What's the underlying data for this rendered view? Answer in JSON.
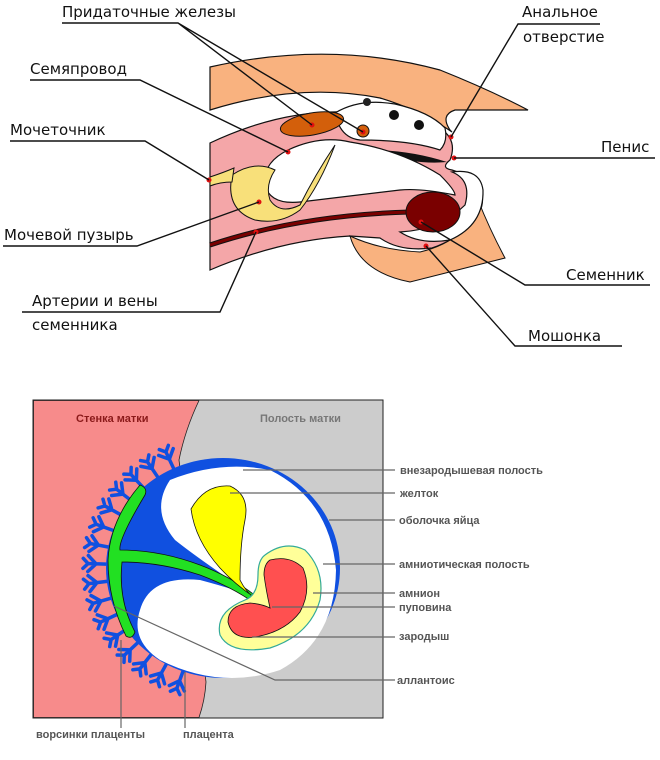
{
  "top_diagram": {
    "labels": {
      "accessory_glands": "Придаточные железы",
      "anus_line1": "Анальное",
      "anus_line2": "отверстие",
      "vas_deferens": "Семяпровод",
      "ureter": "Мочеточник",
      "penis": "Пенис",
      "bladder": "Мочевой пузырь",
      "vessels_line1": "Артерии и вены",
      "vessels_line2": "семенника",
      "testis": "Семенник",
      "scrotum": "Мошонка"
    },
    "colors": {
      "skin": "#f9b27f",
      "tissue": "#f4a6a8",
      "bladder": "#f8e07a",
      "gland": "#d35f0b",
      "testis": "#7a0000",
      "marker": "#e01010"
    }
  },
  "bottom_diagram": {
    "headers": {
      "uterus_wall": "Стенка матки",
      "uterus_cavity": "Полость матки"
    },
    "labels": {
      "extraembryonic_cavity": "внезародышевая полость",
      "yolk": "желток",
      "egg_membrane": "оболочка яйца",
      "amniotic_cavity": "амниотическая полость",
      "amnion": "амнион",
      "umbilical_cord": "пуповина",
      "embryo": "зародыш",
      "allantois": "аллантоис",
      "placental_villi": "ворсинки плаценты",
      "placenta": "плацента"
    },
    "colors": {
      "wall": "#f78b8b",
      "cavity": "#cccccc",
      "chorion": "#1050e0",
      "allantois": "#22e022",
      "yolk": "#ffff00",
      "embryo": "#ff5050",
      "amnion_fluid": "#ffff99"
    }
  }
}
